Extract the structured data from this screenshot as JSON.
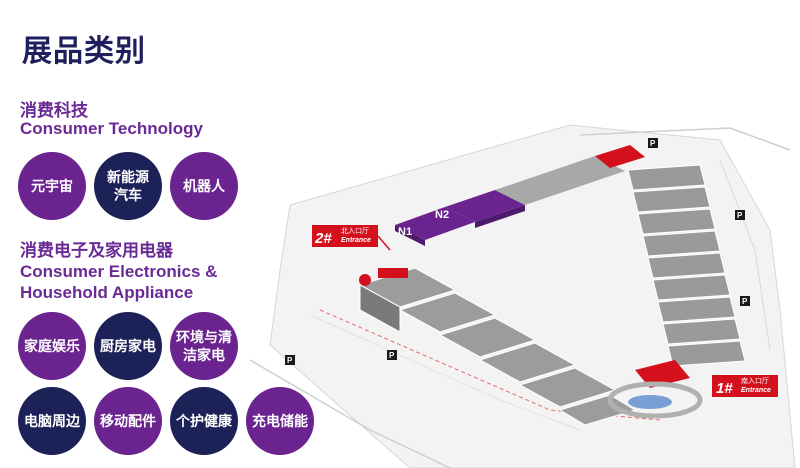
{
  "page": {
    "title": "展品类别"
  },
  "category1": {
    "name_cn": "消费科技",
    "name_en": "Consumer Technology",
    "items": [
      "元宇宙",
      "新能源\n汽车",
      "机器人"
    ]
  },
  "category2": {
    "name_cn": "消费电子及家用电器",
    "name_en_line1": "Consumer Electronics &",
    "name_en_line2": "Household Appliance",
    "row1": [
      "家庭娱乐",
      "厨房家电",
      "环境与清\n洁家电"
    ],
    "row2": [
      "电脑周边",
      "移动配件",
      "个护健康",
      "充电储能"
    ]
  },
  "map": {
    "halls": [
      "N1",
      "N2"
    ],
    "entrance2": {
      "num": "2#",
      "cn": "北入口厅",
      "en": "Entrance"
    },
    "entrance1": {
      "num": "1#",
      "cn": "南入口厅",
      "en": "Entrance"
    },
    "parking": "P"
  },
  "colors": {
    "purple": "#6b2390",
    "navy": "#1c2157",
    "entrance_red": "#d4101d",
    "hall_gray": "#8c8c8c"
  }
}
